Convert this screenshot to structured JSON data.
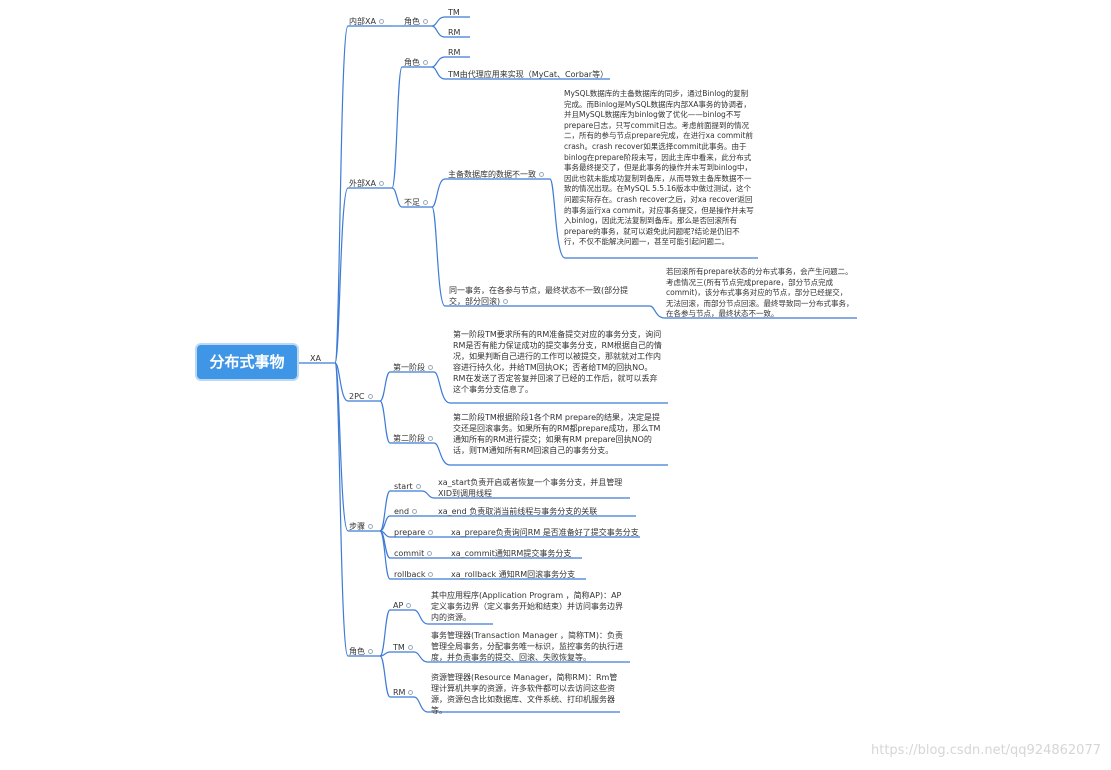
{
  "root": "分布式事物",
  "l1": "XA",
  "internal_xa": {
    "label": "内部XA",
    "role": "角色",
    "tm": "TM",
    "rm": "RM"
  },
  "external_xa": {
    "label": "外部XA",
    "role": "角色",
    "rm": "RM",
    "tm": "TM由代理应用来实现（MyCat、Corbar等）",
    "shortcoming": "不足",
    "inconsistency": "主备数据库的数据不一致",
    "inconsistency_detail": "MySQL数据库的主备数据库的同步，通过Binlog的复制完成。而Binlog是MySQL数据库内部XA事务的协调者，并且MySQL数据库为binlog做了优化——binlog不写prepare日志，只写commit日志。考虑前面提到的情况二，所有的参与节点prepare完成，在进行xa commit前crash。crash recover如果选择commit此事务。由于binlog在prepare阶段未写，因此主库中看来，此分布式事务最终提交了，但是此事务的操作并未写到binlog中，因此也就未能成功复制到备库，从而导致主备库数据不一致的情况出现。在MySQL 5.5.16版本中做过测试，这个问题实际存在。crash recover之后，对xa recover返回的事务运行xa commit，对应事务提交，但是操作并未写入binlog，因此无法复制到备库。那么是否回滚所有prepare的事务，就可以避免此问题呢?结论是仍旧不行，不仅不能解决问题一，甚至可能引起问题二。",
    "final_state": "同一事务，在各参与节点，最终状态不一致(部分提交，部分回滚)",
    "final_state_detail": "若回滚所有prepare状态的分布式事务，会产生问题二。考虑情况三(所有节点完成prepare，部分节点完成commit)，该分布式事务对应的节点，部分已经提交，无法回滚，而部分节点回滚。最终导致同一分布式事务，在各参与节点，最终状态不一致。"
  },
  "twopc": {
    "label": "2PC",
    "phase1": "第一阶段",
    "phase1_detail": "第一阶段TM要求所有的RM准备提交对应的事务分支，询问RM是否有能力保证成功的提交事务分支，RM根据自己的情况，如果判断自己进行的工作可以被提交，那就就对工作内容进行持久化，并给TM回执OK；否者给TM的回执NO。RM在发送了否定答复并回滚了已经的工作后，就可以丢弃这个事务分支信息了。",
    "phase2": "第二阶段",
    "phase2_detail": "第二阶段TM根据阶段1各个RM prepare的结果，决定是提交还是回滚事务。如果所有的RM都prepare成功，那么TM通知所有的RM进行提交；如果有RM prepare回执NO的话，则TM通知所有RM回滚自己的事务分支。"
  },
  "steps": {
    "label": "步骤",
    "items": [
      {
        "name": "start",
        "desc": "xa_start负责开启或者恢复一个事务分支，并且管理XID到调用线程"
      },
      {
        "name": "end",
        "desc": "xa_end 负责取消当前线程与事务分支的关联"
      },
      {
        "name": "prepare",
        "desc": "xa_prepare负责询问RM 是否准备好了提交事务分支"
      },
      {
        "name": "commit",
        "desc": "xa_commit通知RM提交事务分支"
      },
      {
        "name": "rollback",
        "desc": "xa_rollback 通知RM回滚事务分支"
      }
    ]
  },
  "roles": {
    "label": "角色",
    "items": [
      {
        "name": "AP",
        "desc": "其中应用程序(Application Program ，简称AP)：AP定义事务边界（定义事务开始和结束）并访问事务边界内的资源。"
      },
      {
        "name": "TM",
        "desc": "事务管理器(Transaction Manager ，简称TM)：负责管理全局事务，分配事务唯一标识，监控事务的执行进度，并负责事务的提交、回滚、失败恢复等。"
      },
      {
        "name": "RM",
        "desc": "资源管理器(Resource Manager，简称RM)：Rm管理计算机共享的资源，许多软件都可以去访问这些资源，资源包含比如数据库、文件系统、打印机服务器等。"
      }
    ]
  },
  "watermark": "https://blog.csdn.net/qq924862077",
  "colors": {
    "line": "#3e7bd6",
    "root_fill": "#3f95e6",
    "text": "#333333"
  }
}
